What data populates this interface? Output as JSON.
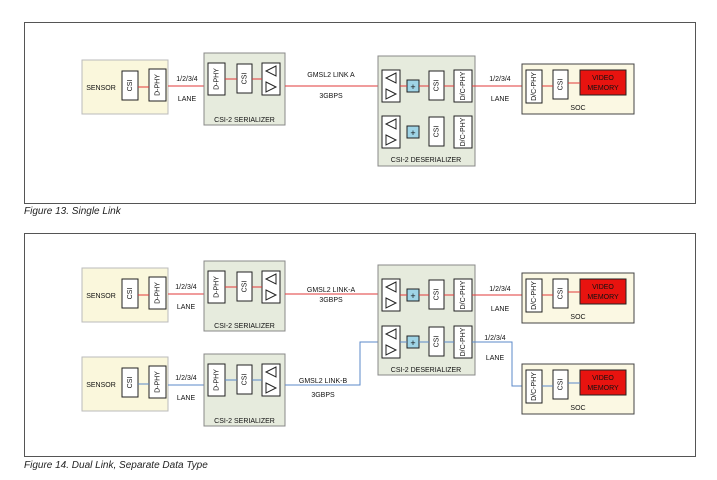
{
  "labels": {
    "sensor": "SENSOR",
    "csi": "CSI",
    "dphy": "D-PHY",
    "dcphy": "D/C-PHY",
    "lanes": "1/2/3/4",
    "lane": "LANE",
    "serializer": "CSI-2  SERIALIZER",
    "deserializer": "CSI-2  DESERIALIZER",
    "soc": "SOC",
    "video": "VIDEO",
    "memory": "MEMORY",
    "plus": "+"
  },
  "figure13": {
    "caption": "Figure 13. Single Link",
    "link_name": "GMSL2 LINK A",
    "link_rate": "3GBPS"
  },
  "figure14": {
    "caption": "Figure 14. Dual Link, Separate Data Type",
    "link_a_name": "GMSL2 LINK-A",
    "link_a_rate": "3GBPS",
    "link_b_name": "GMSL2 LINK-B",
    "link_b_rate": "3GBPS"
  },
  "colors": {
    "red_link": "#e23a3a",
    "blue_link": "#5b88c9",
    "sensor_fill": "#faf7dc",
    "serializer_fill": "#e6ebdd",
    "deserializer_fill": "#e6ebdd",
    "soc_fill": "#fbf8e3",
    "video_memory_fill": "#e8130f",
    "video_memory_text": "#fff9b0",
    "plus_box_fill": "#9fd4e6"
  }
}
